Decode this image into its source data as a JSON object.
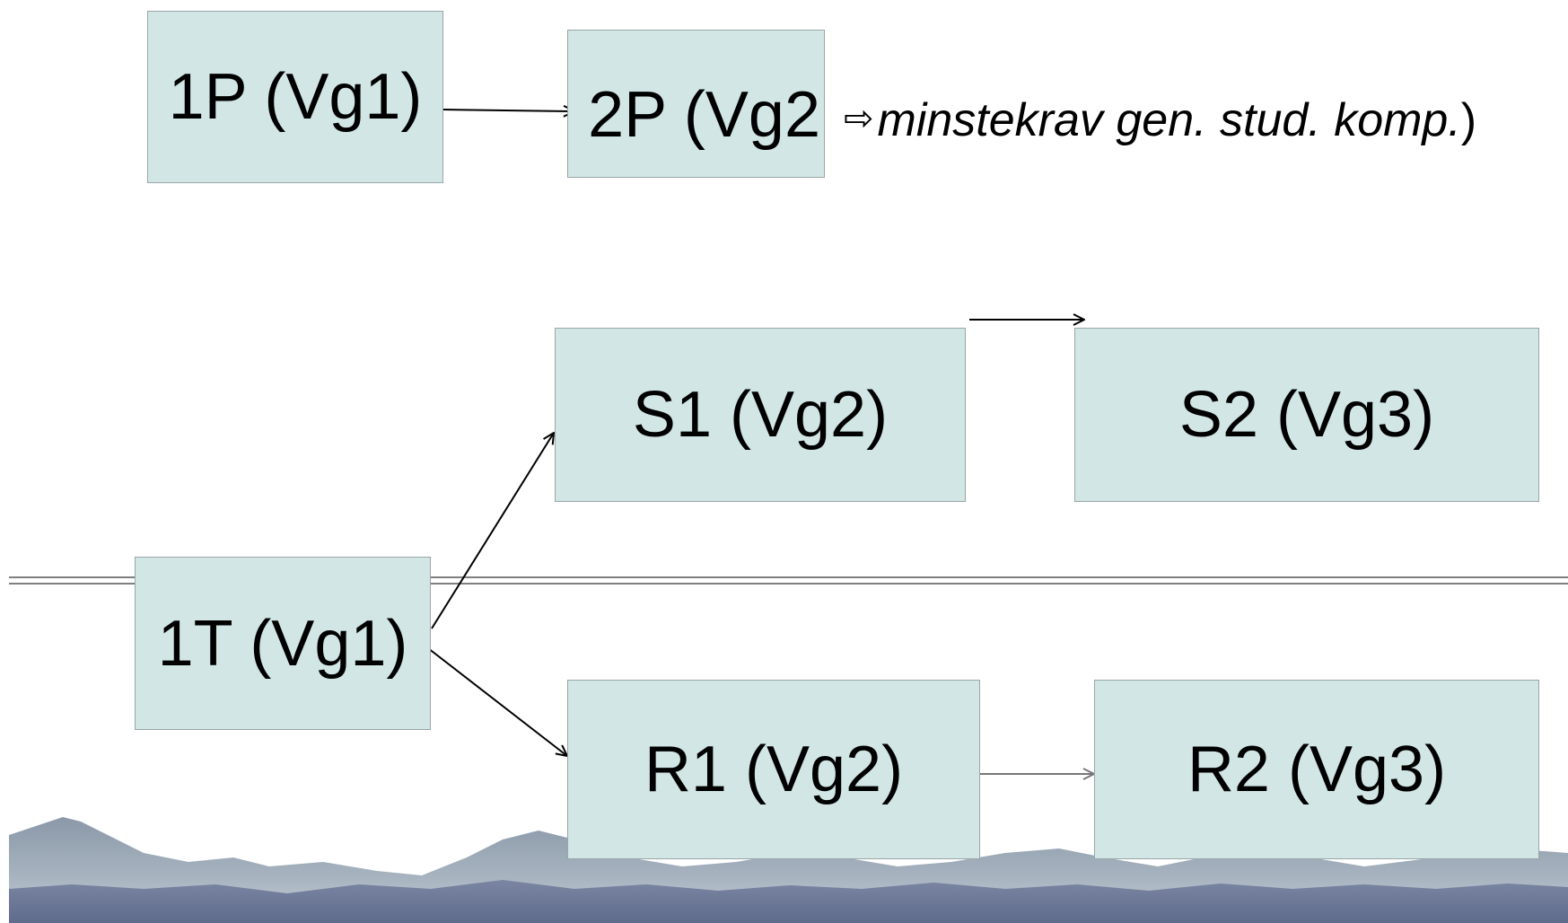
{
  "boxes": {
    "p1": "1P (Vg1)",
    "p2": "2P (Vg2",
    "s1": "S1 (Vg2)",
    "s2": "S2 (Vg3)",
    "t1": "1T (Vg1)",
    "r1": "R1 (Vg2)",
    "r2": "R2 (Vg3)"
  },
  "note": {
    "arrow": "⇨",
    "text": "minstekrav gen. stud. komp.",
    "close": ")"
  },
  "colors": {
    "box_fill": "#d1e6e5",
    "box_border": "#9aa6a6",
    "mountain_light": "#8896a6",
    "mountain_dark": "#6b7796"
  }
}
